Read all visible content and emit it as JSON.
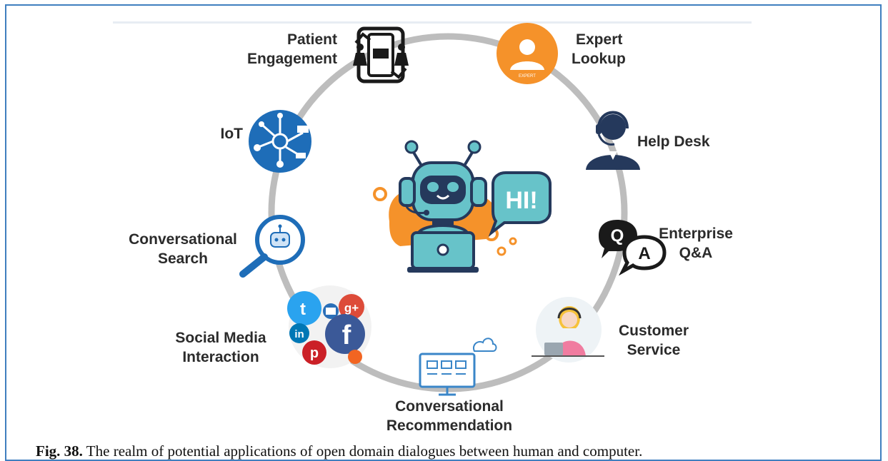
{
  "applications": {
    "patient_engagement": [
      "Patient",
      "Engagement"
    ],
    "expert_lookup": [
      "Expert",
      "Lookup"
    ],
    "iot": [
      "IoT"
    ],
    "help_desk": [
      "Help Desk"
    ],
    "conversational_search": [
      "Conversational",
      "Search"
    ],
    "enterprise_qa": [
      "Enterprise",
      "Q&A"
    ],
    "social_media": [
      "Social Media",
      "Interaction"
    ],
    "customer_service": [
      "Customer",
      "Service"
    ],
    "recommendation": [
      "Conversational",
      "Recommendation"
    ]
  },
  "center": {
    "bubble_text": "HI!"
  },
  "icons": {
    "expert_badge": "EXPERT",
    "qa_q": "Q",
    "qa_a": "A",
    "twitter_glyph": "t",
    "gplus_glyph": "g+",
    "linkedin_glyph": "in",
    "facebook_glyph": "f",
    "pinterest_glyph": "p"
  },
  "caption": {
    "label": "Fig. 38.",
    "text": "The realm of potential applications of open domain dialogues between human and computer."
  },
  "colors": {
    "ring": "#bdbdbd",
    "robot_teal": "#67c3c9",
    "orange": "#f5922a",
    "navy": "#25395c",
    "iot_blue": "#1e6db8",
    "frame_blue": "#3f7fbf"
  }
}
